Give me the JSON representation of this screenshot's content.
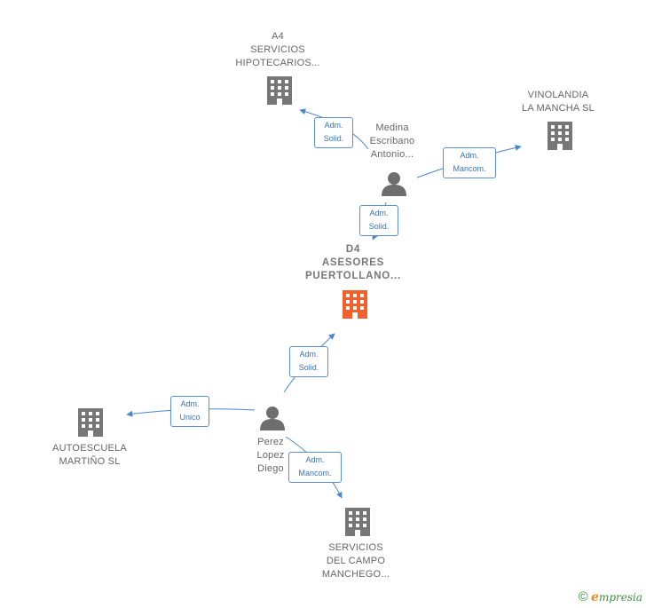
{
  "colors": {
    "edge": "#4a86d0",
    "company": "#777777",
    "company_main": "#f0612e",
    "person": "#6e6e6e",
    "label": "#666666"
  },
  "nodes": {
    "a4": {
      "label": "A4\nSERVICIOS\nHIPOTECARIOS...",
      "icon": "building-icon"
    },
    "vinolandia": {
      "label": "VINOLANDIA\nLA MANCHA SL",
      "icon": "building-icon"
    },
    "medina": {
      "label": "Medina\nEscribano\nAntonio...",
      "icon": "person-icon"
    },
    "d4": {
      "label": "D4\nASESORES\nPUERTOLLANO...",
      "icon": "building-icon"
    },
    "perez": {
      "label": "Perez\nLopez\nDiego",
      "icon": "person-icon"
    },
    "autoescuela": {
      "label": "AUTOESCUELA\nMARTIÑO SL",
      "icon": "building-icon"
    },
    "servicios": {
      "label": "SERVICIOS\nDEL CAMPO\nMANCHEGO...",
      "icon": "building-icon"
    }
  },
  "edges": [
    {
      "id": "medina-a4",
      "label": "Adm.\nSolid."
    },
    {
      "id": "medina-vinolandia",
      "label": "Adm.\nMancom."
    },
    {
      "id": "medina-d4",
      "label": "Adm.\nSolid."
    },
    {
      "id": "perez-d4",
      "label": "Adm.\nSolid."
    },
    {
      "id": "perez-autoescuela",
      "label": "Adm.\nUnico"
    },
    {
      "id": "perez-servicios",
      "label": "Adm.\nMancom."
    }
  ],
  "footer": {
    "copyright": "©",
    "brand_e": "e",
    "brand_rest": "mpresia"
  }
}
